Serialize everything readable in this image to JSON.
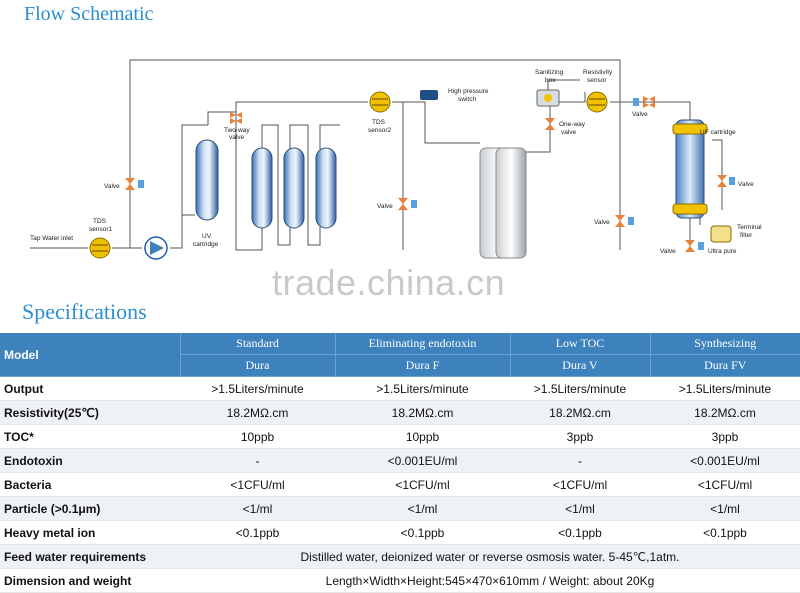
{
  "flow_title": "Flow Schematic",
  "specs_title": "Specifications",
  "watermark": "trade.china.cn",
  "diagram_labels": {
    "tap_water_inlet": "Tap Water inlet",
    "tds_sensor1_a": "TDS",
    "tds_sensor1_b": "sensor1",
    "valve_left": "Valve",
    "uv_a": "UV",
    "uv_b": "cartridge",
    "two_way_a": "Two-way",
    "two_way_b": "valve",
    "tds_sensor2_a": "TDS",
    "tds_sensor2_b": "sensor2",
    "valve_mid": "Valve",
    "hps_a": "High pressure",
    "hps_b": "switch",
    "sanitizing_a": "Sanitizing",
    "sanitizing_b": "box",
    "resistivity_a": "Resistivity",
    "resistivity_b": "sensor",
    "one_way_a": "One-way",
    "one_way_b": "valve",
    "valve_right": "Valve",
    "valve_top": "Valve",
    "uf_cartridge": "UF cartridge",
    "valve_uf": "Valve",
    "terminal_a": "Terminal",
    "terminal_b": "filter",
    "valve_bottom": "Valve",
    "ultra_pure": "Ultra pure"
  },
  "spec_table": {
    "model_label": "Model",
    "header_row1": [
      "Standard",
      "Eliminating endotoxin",
      "Low TOC",
      "Synthesizing"
    ],
    "header_row2": [
      "Dura",
      "Dura F",
      "Dura V",
      "Dura FV"
    ],
    "rows": [
      {
        "label": "Output",
        "values": [
          ">1.5Liters/minute",
          ">1.5Liters/minute",
          ">1.5Liters/minute",
          ">1.5Liters/minute"
        ]
      },
      {
        "label": "Resistivity(25℃)",
        "values": [
          "18.2MΩ.cm",
          "18.2MΩ.cm",
          "18.2MΩ.cm",
          "18.2MΩ.cm"
        ]
      },
      {
        "label": "TOC*",
        "values": [
          "10ppb",
          "10ppb",
          "3ppb",
          "3ppb"
        ]
      },
      {
        "label": "Endotoxin",
        "values": [
          "-",
          "<0.001EU/ml",
          "-",
          "<0.001EU/ml"
        ]
      },
      {
        "label": "Bacteria",
        "values": [
          "<1CFU/ml",
          "<1CFU/ml",
          "<1CFU/ml",
          "<1CFU/ml"
        ]
      },
      {
        "label": "Particle (>0.1μm)",
        "values": [
          "<1/ml",
          "<1/ml",
          "<1/ml",
          "<1/ml"
        ]
      },
      {
        "label": "Heavy metal ion",
        "values": [
          "<0.1ppb",
          "<0.1ppb",
          "<0.1ppb",
          "<0.1ppb"
        ]
      }
    ],
    "feed_label": "Feed water requirements",
    "feed_value": "Distilled water, deionized water or reverse osmosis water. 5-45℃,1atm.",
    "dim_label": "Dimension and weight",
    "dim_value": "Length×Width×Height:545×470×610mm / Weight: about 20Kg"
  },
  "colors": {
    "accent": "#2a8fd0",
    "header_bg": "#3d82bd",
    "valve": "#e8823a",
    "sensor": "#f2c200"
  }
}
